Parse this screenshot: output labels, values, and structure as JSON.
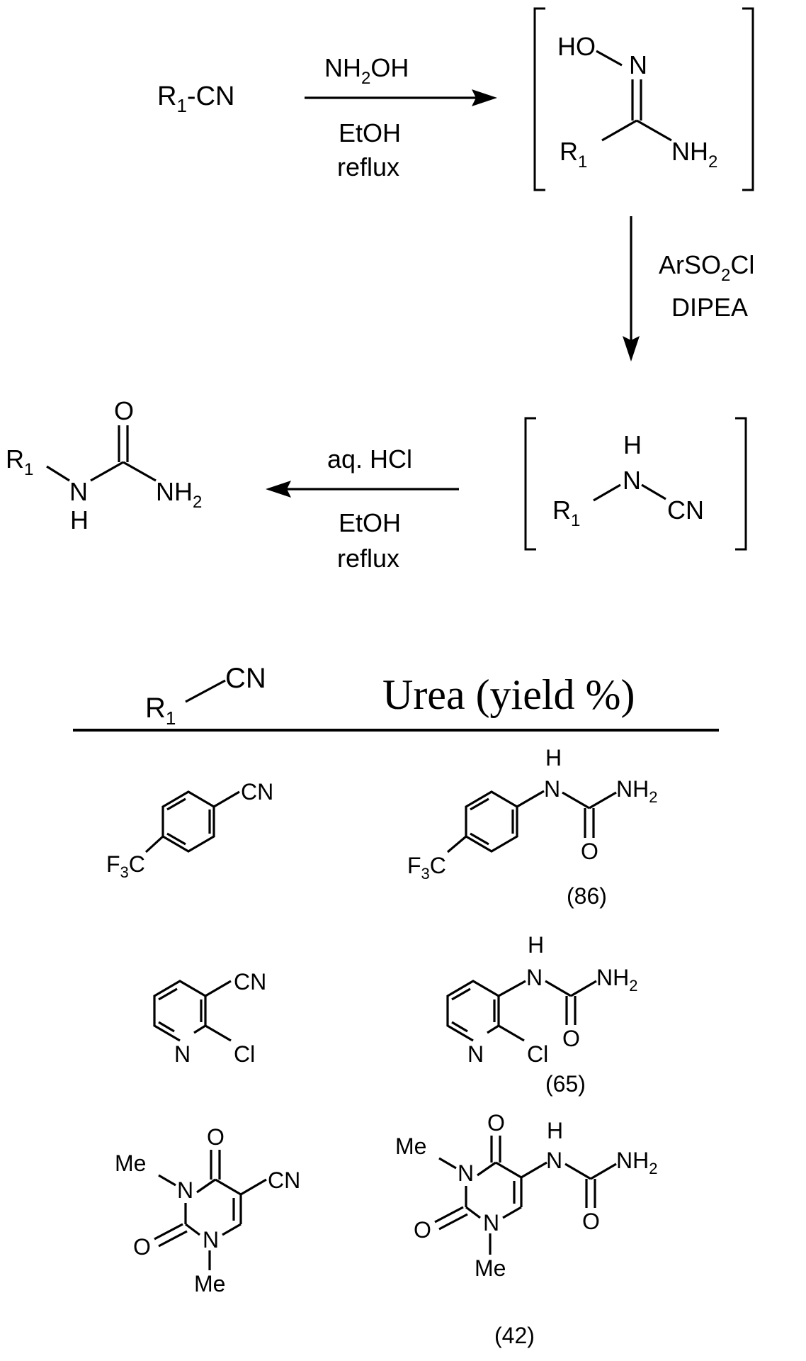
{
  "reaction": {
    "start": {
      "r": "R",
      "r_sub": "1",
      "rest": "-CN"
    },
    "step1": {
      "reagent": "NH",
      "reagent_sub": "2",
      "reagent_rest": "OH",
      "solvent": "EtOH",
      "condition": "reflux"
    },
    "amidoxime": {
      "ho": "HO",
      "n": "N",
      "r": "R",
      "r_sub": "1",
      "nh": "NH",
      "nh_sub": "2"
    },
    "step2": {
      "reagent": "ArSO",
      "reagent_sub": "2",
      "reagent_rest": "Cl",
      "base": "DIPEA"
    },
    "cyanamide": {
      "h": "H",
      "n": "N",
      "r": "R",
      "r_sub": "1",
      "cn": "CN"
    },
    "step3": {
      "reagent": "aq. HCl",
      "solvent": "EtOH",
      "condition": "reflux"
    },
    "urea": {
      "r": "R",
      "r_sub": "1",
      "n": "N",
      "h": "H",
      "o": "O",
      "nh": "NH",
      "nh_sub": "2"
    }
  },
  "table": {
    "header_left": {
      "r": "R",
      "r_sub": "1",
      "cn": "CN"
    },
    "header_right": "Urea (yield %)",
    "rows": [
      {
        "nitrile": {
          "cn": "CN",
          "f": "F",
          "f_sub": "3",
          "c": "C"
        },
        "urea": {
          "h": "H",
          "n": "N",
          "nh": "NH",
          "nh_sub": "2",
          "o": "O",
          "f": "F",
          "f_sub": "3",
          "c": "C"
        },
        "yield": "(86)"
      },
      {
        "nitrile": {
          "cn": "CN",
          "n": "N",
          "cl": "Cl"
        },
        "urea": {
          "h": "H",
          "n": "N",
          "nh": "NH",
          "nh_sub": "2",
          "o": "O",
          "ring_n": "N",
          "cl": "Cl"
        },
        "yield": "(65)"
      },
      {
        "nitrile": {
          "o_top": "O",
          "cn": "CN",
          "me1": "Me",
          "n1": "N",
          "o_left": "O",
          "n2": "N",
          "me2": "Me"
        },
        "urea": {
          "o_top": "O",
          "h": "H",
          "n": "N",
          "nh": "NH",
          "nh_sub": "2",
          "me1": "Me",
          "n1": "N",
          "o_right": "O",
          "o_left": "O",
          "n2": "N",
          "me2": "Me"
        },
        "yield": "(42)"
      }
    ]
  }
}
